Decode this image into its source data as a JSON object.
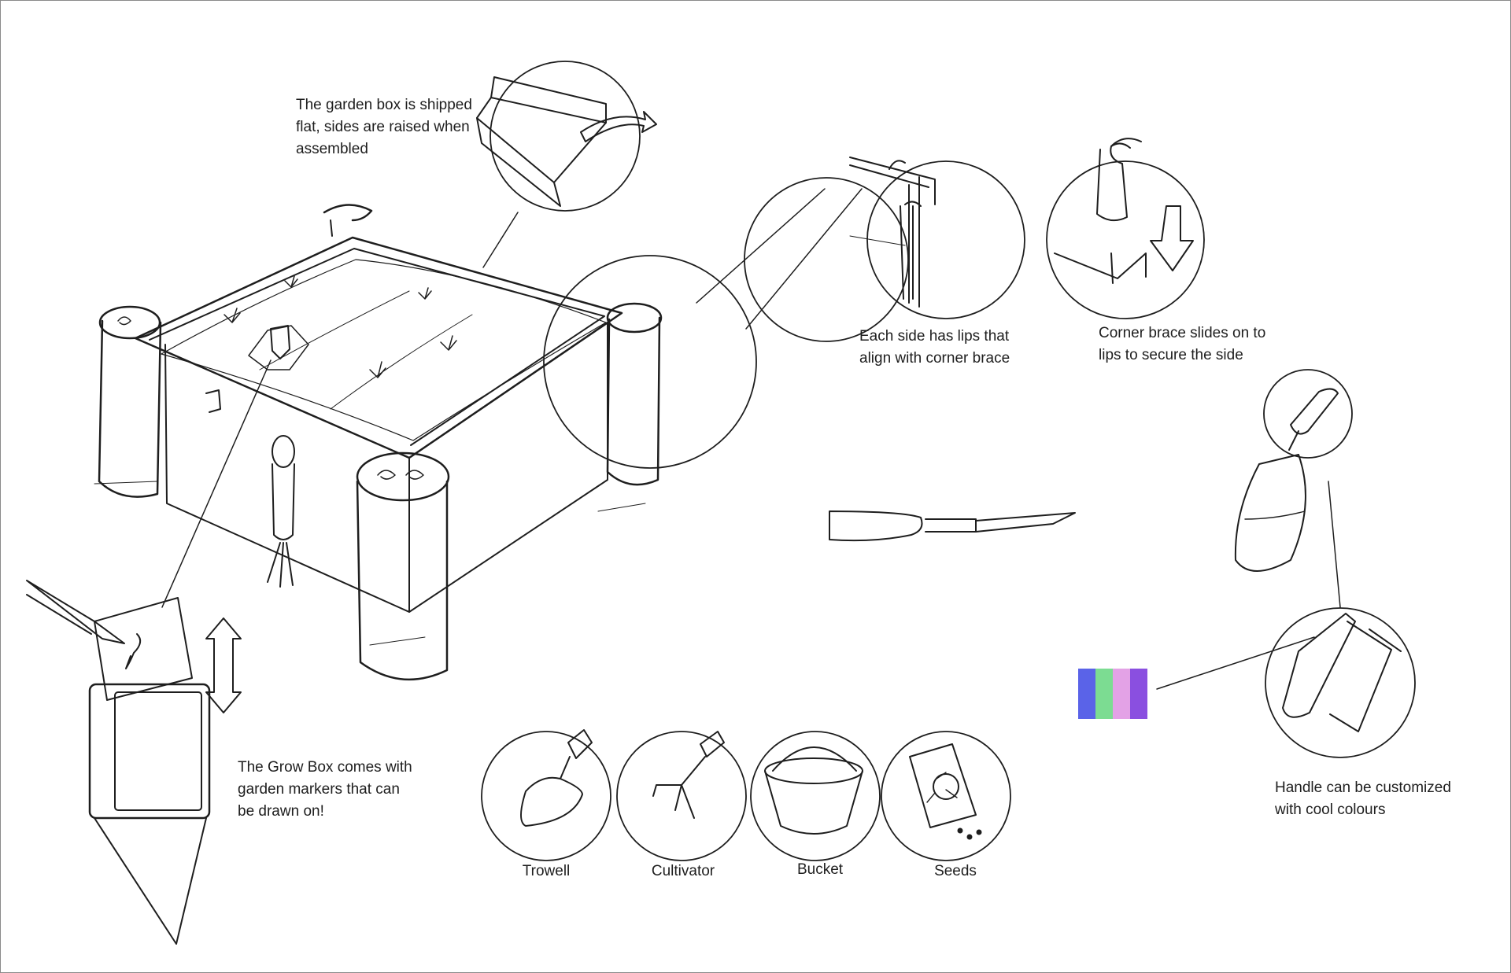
{
  "notes": {
    "shipped_flat": [
      "The garden box is shipped",
      "flat, sides are raised when",
      "assembled"
    ],
    "lips": [
      "Each side has lips that",
      "align with corner brace"
    ],
    "corner_brace": [
      "Corner brace slides on to",
      "lips to secure the side"
    ],
    "markers": [
      "The Grow Box comes with",
      "garden markers that can",
      "be drawn on!"
    ],
    "handle": [
      "Handle can be customized",
      "with cool colours"
    ]
  },
  "tools": [
    {
      "label": "Trowell",
      "icon": "trowel-icon"
    },
    {
      "label": "Cultivator",
      "icon": "cultivator-icon"
    },
    {
      "label": "Bucket",
      "icon": "bucket-icon"
    },
    {
      "label": "Seeds",
      "icon": "seed-packet-icon"
    }
  ],
  "colour_swatches": [
    "#5a63e8",
    "#7cdc92",
    "#e3a2e6",
    "#8a4fe0"
  ],
  "ink_color": "#1e1e1e"
}
